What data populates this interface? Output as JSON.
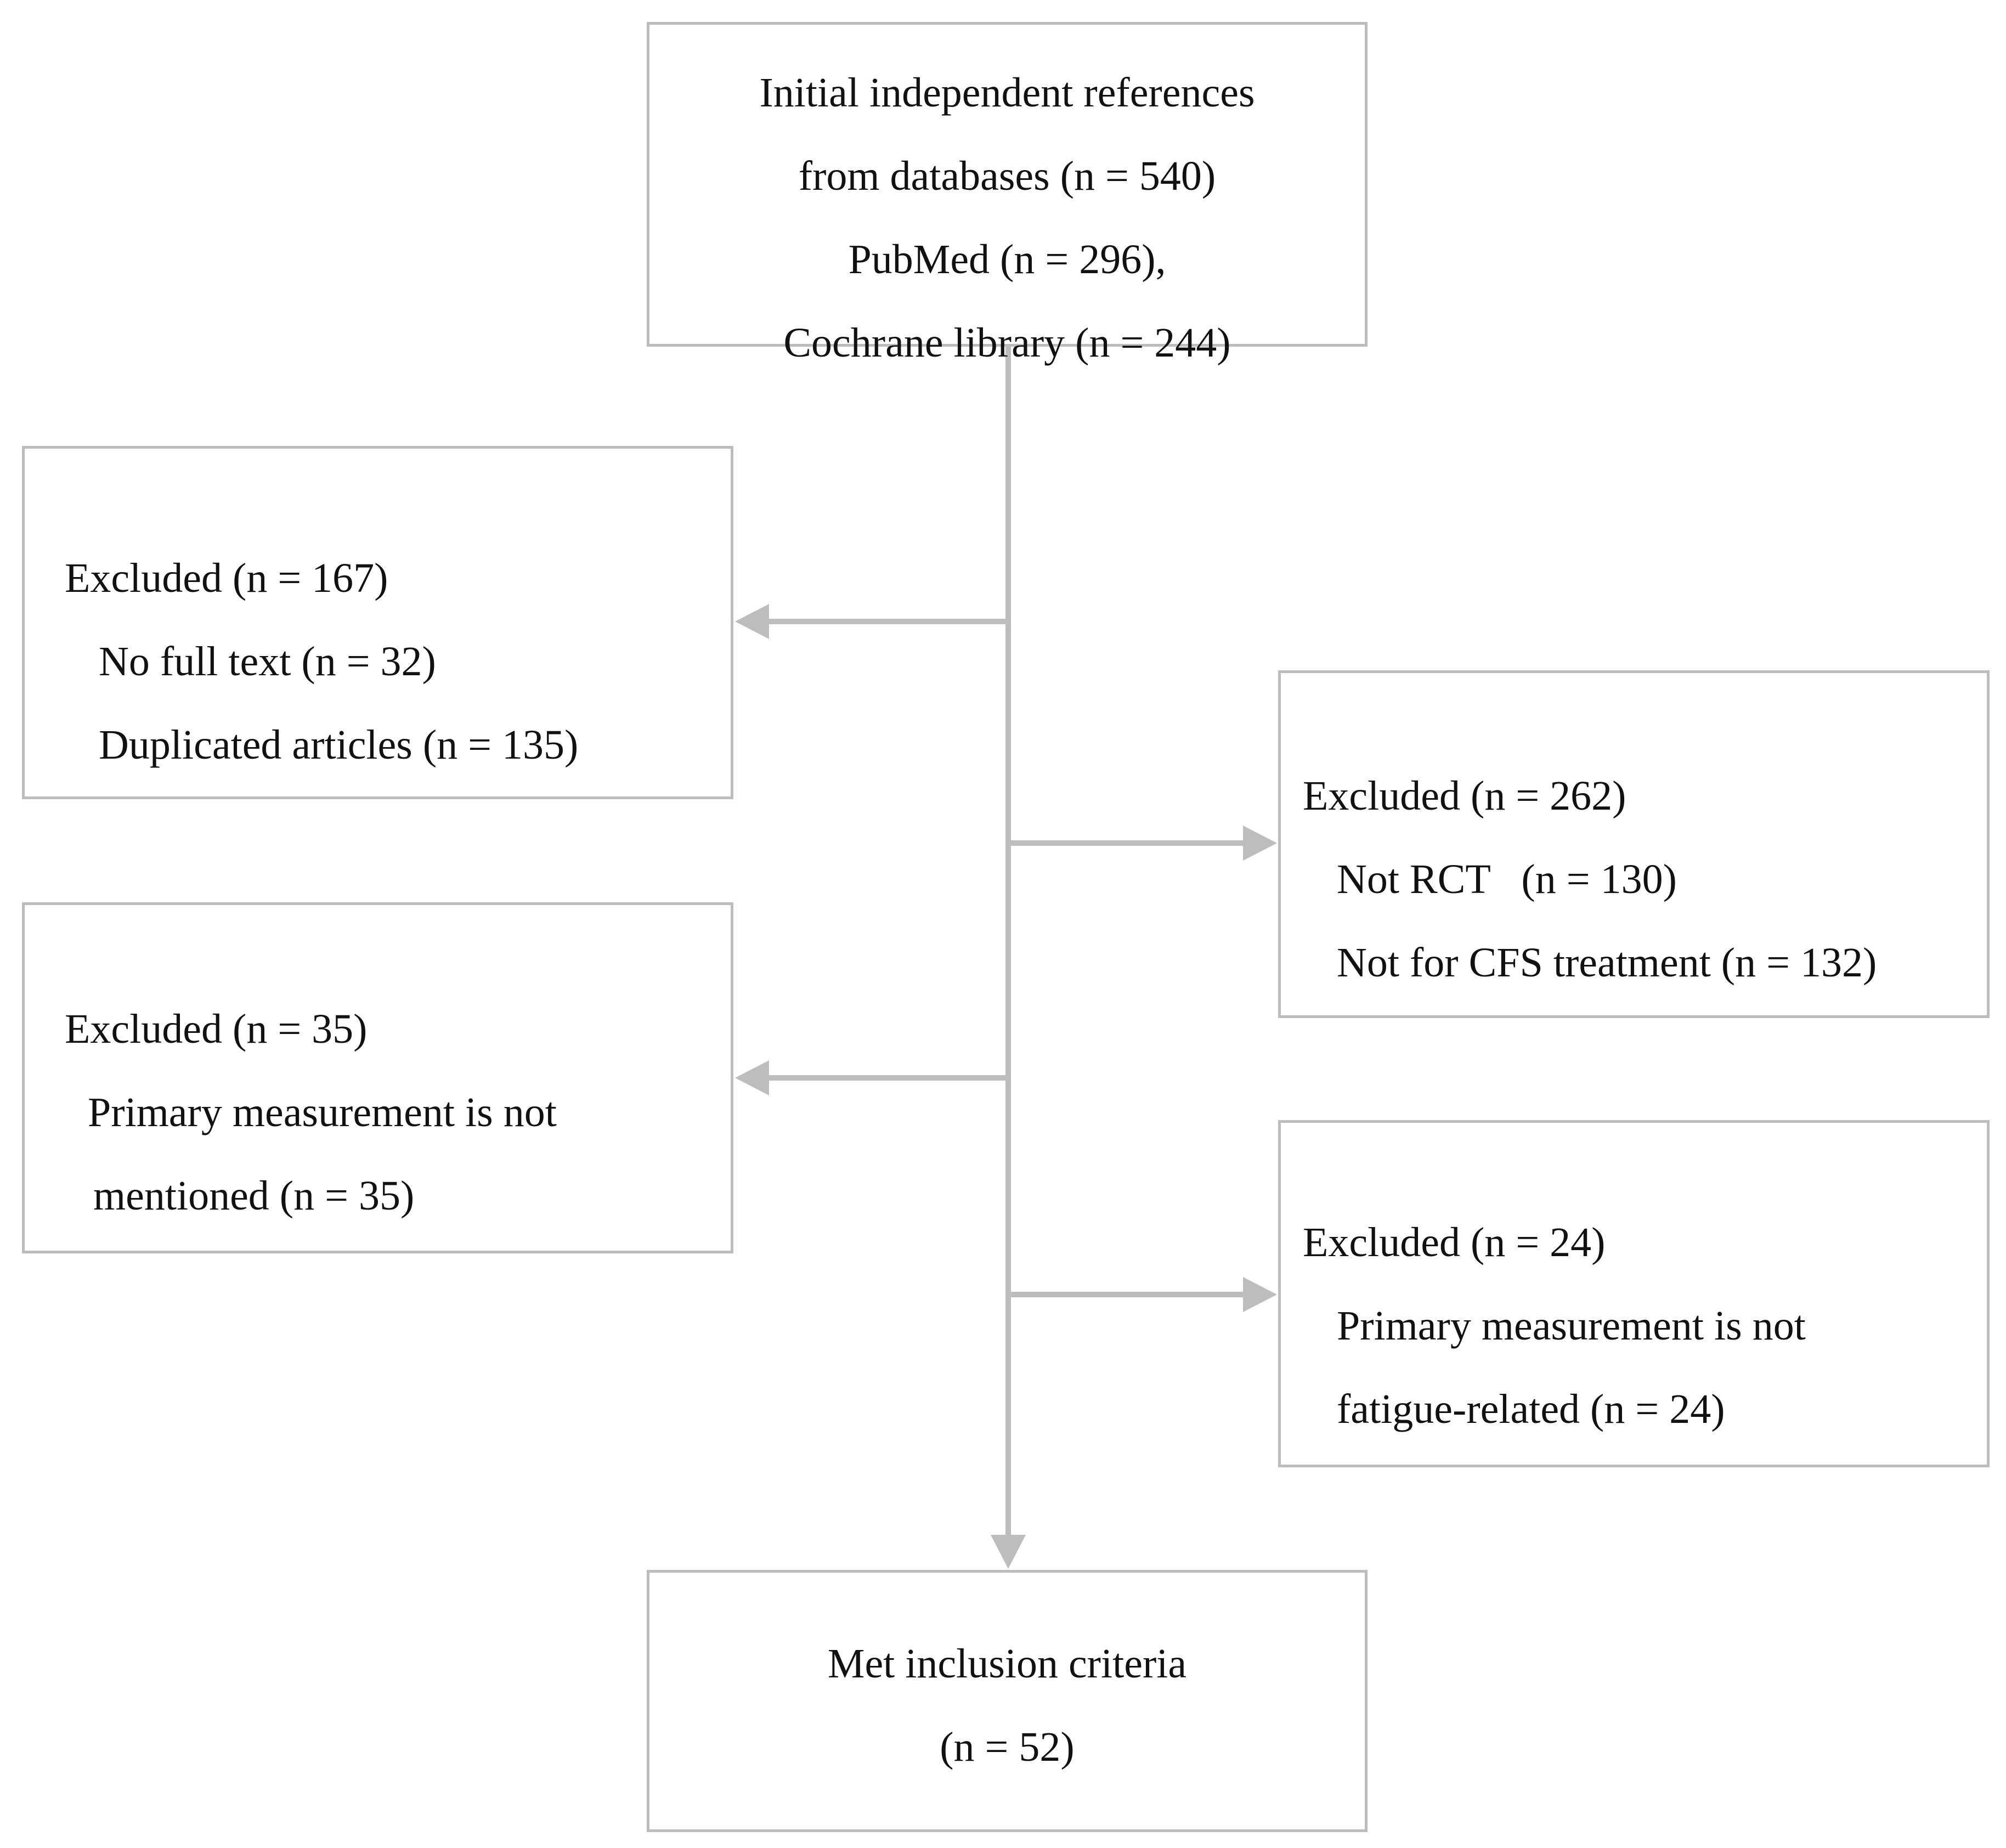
{
  "boxes": {
    "initial": {
      "lines": [
        "Initial independent references",
        "from databases (n = 540)",
        "PubMed (n = 296),",
        "Cochrane library (n = 244)"
      ]
    },
    "excluded_167": {
      "lines": [
        "Excluded (n = 167)",
        "No full text (n = 32)",
        "Duplicated articles (n = 135)"
      ]
    },
    "excluded_262": {
      "lines": [
        "Excluded (n = 262)",
        "Not RCT   (n = 130)",
        "Not for CFS treatment (n = 132)"
      ]
    },
    "excluded_35": {
      "lines": [
        "Excluded (n = 35)",
        "Primary measurement is not",
        "mentioned (n = 35)"
      ]
    },
    "excluded_24": {
      "lines": [
        "Excluded (n = 24)",
        "Primary measurement is not",
        "fatigue-related (n = 24)"
      ]
    },
    "included": {
      "lines": [
        "Met inclusion criteria",
        "(n = 52)"
      ]
    }
  },
  "colors": {
    "connector": "#bdbdbd",
    "border": "#bdbdbd",
    "text": "#111111"
  }
}
